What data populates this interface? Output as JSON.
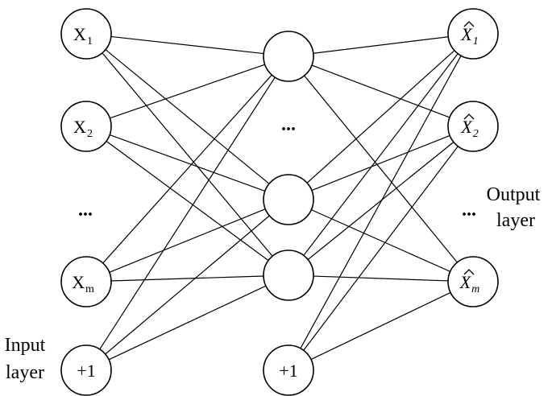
{
  "input_nodes": [
    {
      "id": "x1",
      "base": "X",
      "sub": "1"
    },
    {
      "id": "x2",
      "base": "X",
      "sub": "2"
    },
    {
      "id": "xm",
      "base": "X",
      "sub": "m"
    },
    {
      "id": "in-bias",
      "text": "+1"
    }
  ],
  "hidden_nodes": [
    {
      "id": "h1"
    },
    {
      "id": "h2"
    },
    {
      "id": "h3"
    },
    {
      "id": "hid-bias",
      "text": "+1"
    }
  ],
  "output_nodes": [
    {
      "id": "o1",
      "base": "X",
      "sub": "1",
      "hat": true
    },
    {
      "id": "o2",
      "base": "X",
      "sub": "2",
      "hat": true
    },
    {
      "id": "om",
      "base": "X",
      "sub": "m",
      "hat": true
    }
  ],
  "ellipses": {
    "input": "...",
    "hidden": "...",
    "output": "..."
  },
  "labels": {
    "input_layer": [
      "Input",
      "layer"
    ],
    "output_layer": [
      "Output",
      "layer"
    ]
  },
  "connections": {
    "input_to_hidden": {
      "from": [
        "x1",
        "x2",
        "xm",
        "in-bias"
      ],
      "to": [
        "h1",
        "h2",
        "h3"
      ]
    },
    "hidden_to_output": {
      "from": [
        "h1",
        "h2",
        "h3",
        "hid-bias"
      ],
      "to": [
        "o1",
        "o2",
        "om"
      ]
    }
  }
}
